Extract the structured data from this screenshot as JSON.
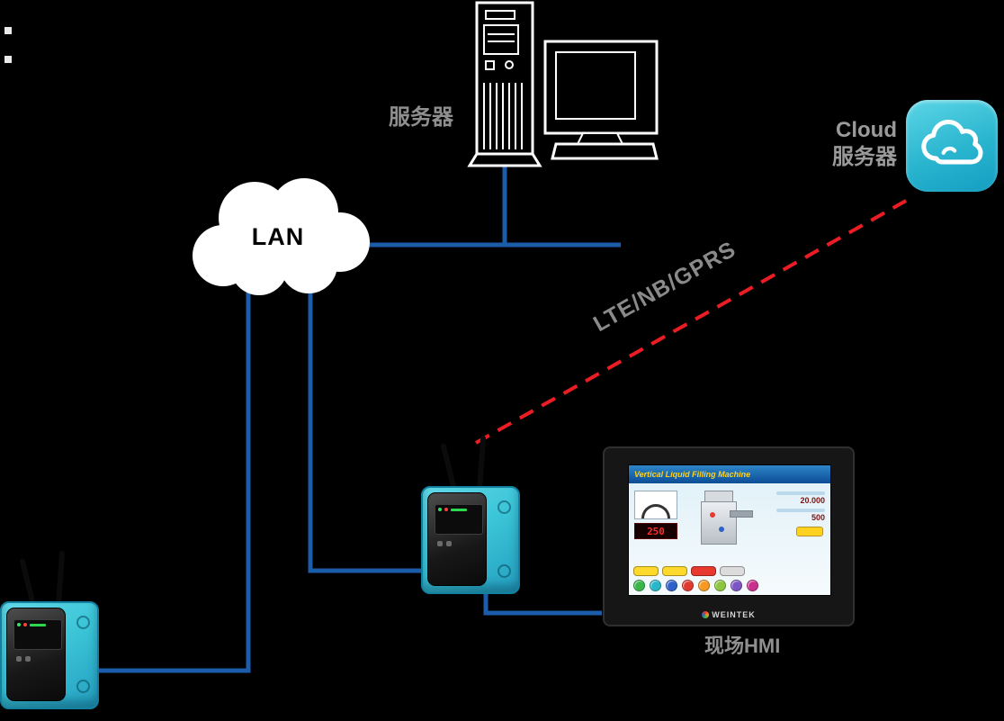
{
  "diagram": {
    "lan_label": "LAN",
    "server_label": "服务器",
    "cloud_server_label_line1": "Cloud",
    "cloud_server_label_line2": "服务器",
    "link_label": "LTE/NB/GPRS",
    "hmi_label": "现场HMI"
  },
  "hmi": {
    "screen_title": "Vertical Liquid Filling Machine",
    "led_value": "250",
    "value1": "20.000",
    "value2": "500",
    "brand": "WEINTEK"
  },
  "colors": {
    "background": "#000000",
    "connection_line": "#1b5cab",
    "wireless_link": "#ec1c24",
    "label_gray": "#8f8f8f",
    "cloud_icon_teal": "#2ab5cf",
    "device_teal": "#3cc6d8"
  }
}
